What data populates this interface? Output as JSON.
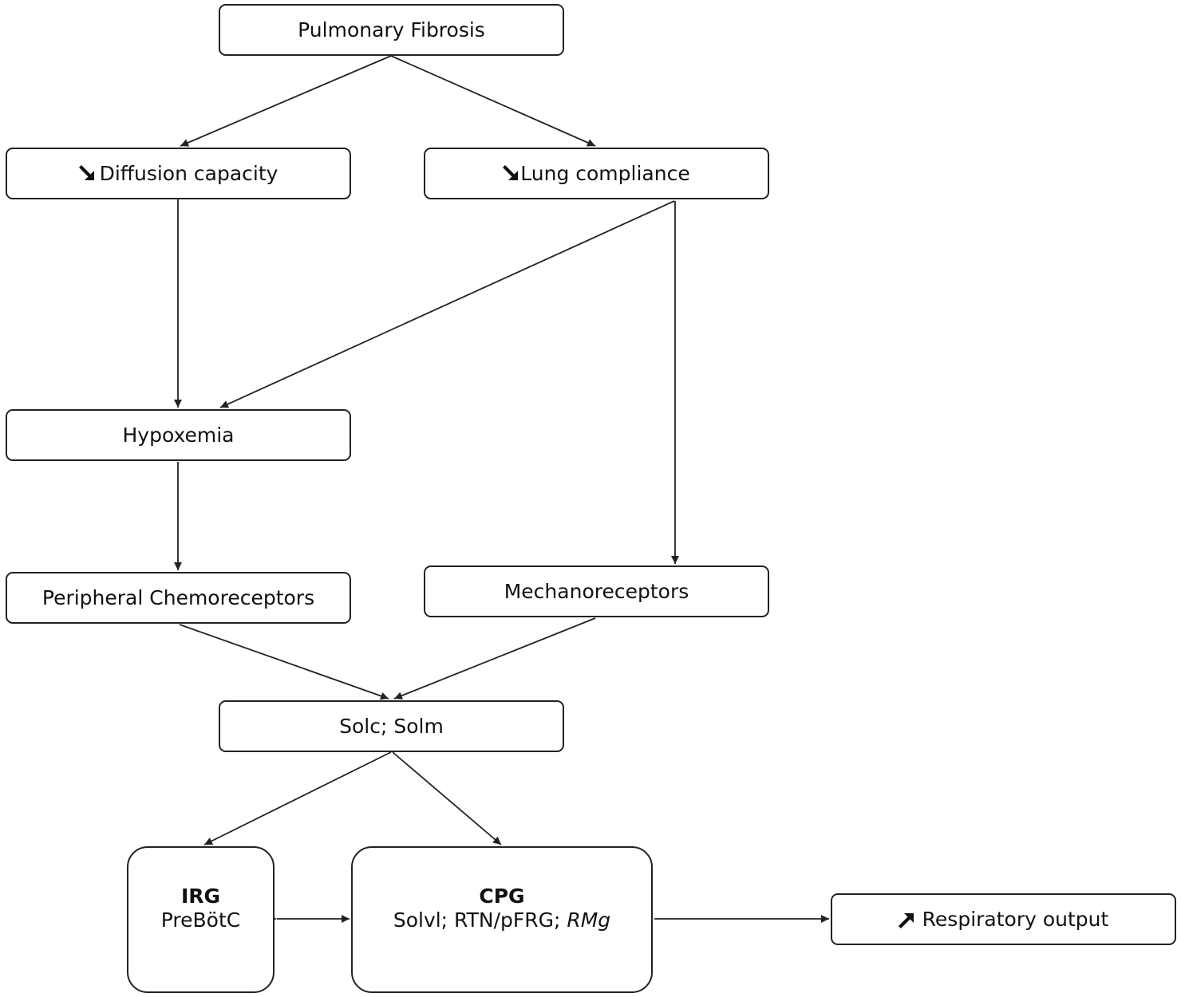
{
  "diagram": {
    "nodes": {
      "pulmonary_fibrosis": "Pulmonary Fibrosis",
      "diffusion_capacity": "Diffusion capacity",
      "lung_compliance": "Lung compliance",
      "hypoxemia": "Hypoxemia",
      "peripheral_chemoreceptors": "Peripheral Chemoreceptors",
      "mechanoreceptors": "Mechanoreceptors",
      "sol": "Solc; Solm",
      "irg": {
        "title": "IRG",
        "subtitle": "PreBötC"
      },
      "cpg": {
        "title": "CPG",
        "subtitle_plain": "Solvl; RTN/pFRG; ",
        "subtitle_italic": "RMg"
      },
      "respiratory_output": "Respiratory output"
    },
    "icons": {
      "decrease": "arrow-down-right-icon",
      "increase": "arrow-up-right-icon"
    },
    "edges": [
      {
        "from": "Pulmonary Fibrosis",
        "to": "Diffusion capacity"
      },
      {
        "from": "Pulmonary Fibrosis",
        "to": "Lung compliance"
      },
      {
        "from": "Diffusion capacity",
        "to": "Hypoxemia"
      },
      {
        "from": "Lung compliance",
        "to": "Hypoxemia"
      },
      {
        "from": "Lung compliance",
        "to": "Mechanoreceptors"
      },
      {
        "from": "Hypoxemia",
        "to": "Peripheral Chemoreceptors"
      },
      {
        "from": "Peripheral Chemoreceptors",
        "to": "Solc; Solm"
      },
      {
        "from": "Mechanoreceptors",
        "to": "Solc; Solm"
      },
      {
        "from": "Solc; Solm",
        "to": "IRG"
      },
      {
        "from": "Solc; Solm",
        "to": "CPG"
      },
      {
        "from": "IRG",
        "to": "CPG",
        "bidirectional": true
      },
      {
        "from": "CPG",
        "to": "Respiratory output"
      }
    ],
    "colors": {
      "stroke": "#222222",
      "text": "#111111",
      "background": "#ffffff"
    }
  }
}
